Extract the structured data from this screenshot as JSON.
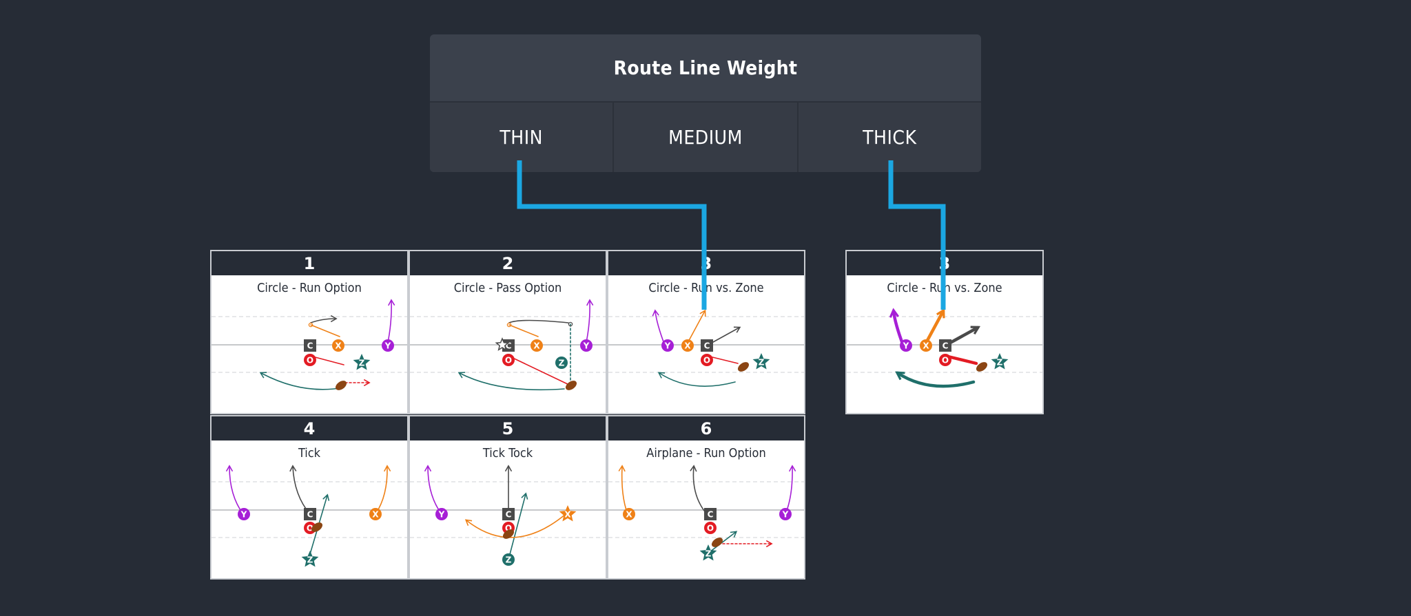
{
  "route_line_weight": {
    "title": "Route Line Weight",
    "options": [
      {
        "label": "THIN"
      },
      {
        "label": "MEDIUM"
      },
      {
        "label": "THICK"
      }
    ]
  },
  "plays": [
    {
      "number": "1",
      "name": "Circle - Run Option"
    },
    {
      "number": "2",
      "name": "Circle - Pass Option"
    },
    {
      "number": "3",
      "name": "Circle - Run vs. Zone"
    },
    {
      "number": "4",
      "name": "Tick"
    },
    {
      "number": "5",
      "name": "Tick Tock"
    },
    {
      "number": "6",
      "name": "Airplane - Run Option"
    }
  ],
  "preview": {
    "number": "3",
    "name": "Circle - Run vs. Zone"
  },
  "player_labels": {
    "center": "C",
    "qb": "O",
    "x": "X",
    "y": "Y",
    "z": "Z"
  },
  "colors": {
    "background": "#262c36",
    "panel": "#3b414c",
    "connector": "#1ba7e2",
    "purple": "#a61fd6",
    "orange": "#ef8117",
    "red": "#e31b23",
    "teal": "#1f6f6a",
    "center": "#4a4a4a",
    "football": "#8b4513"
  }
}
